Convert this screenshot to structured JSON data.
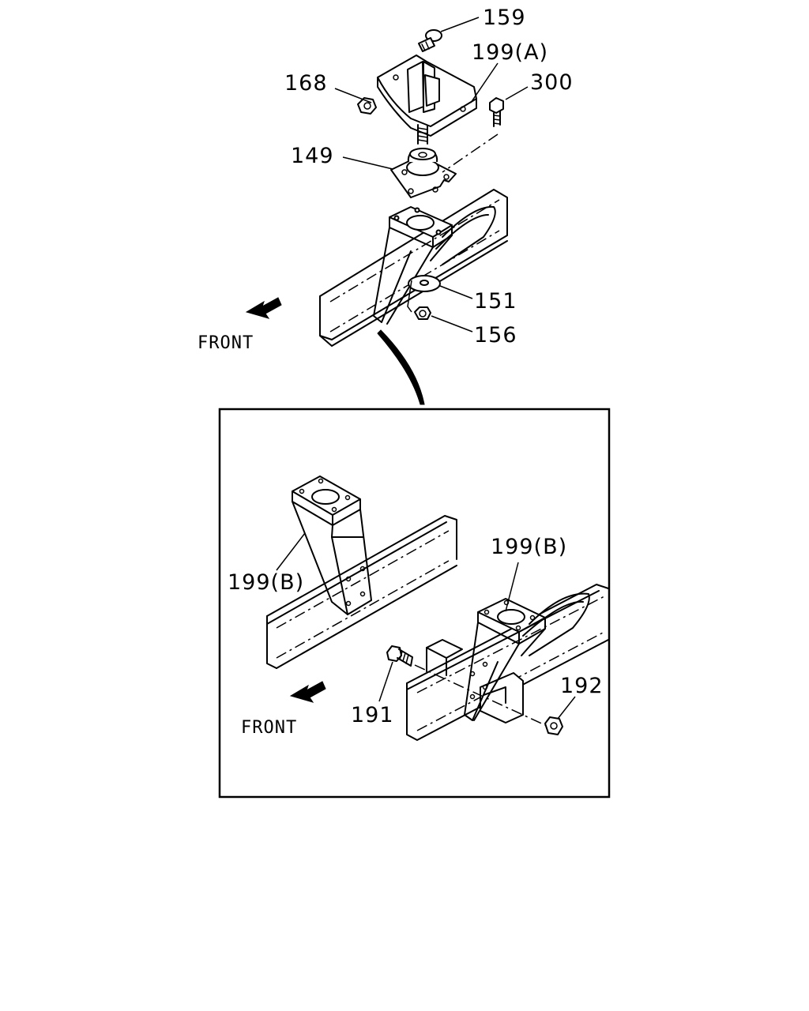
{
  "callouts": {
    "c159": "159",
    "c199a": "199(A)",
    "c168": "168",
    "c300": "300",
    "c149": "149",
    "c151": "151",
    "c156": "156",
    "c199b_left": "199(B)",
    "c199b_right": "199(B)",
    "c191": "191",
    "c192": "192"
  },
  "direction": {
    "top_label": "FRONT",
    "inset_label": "FRONT"
  }
}
